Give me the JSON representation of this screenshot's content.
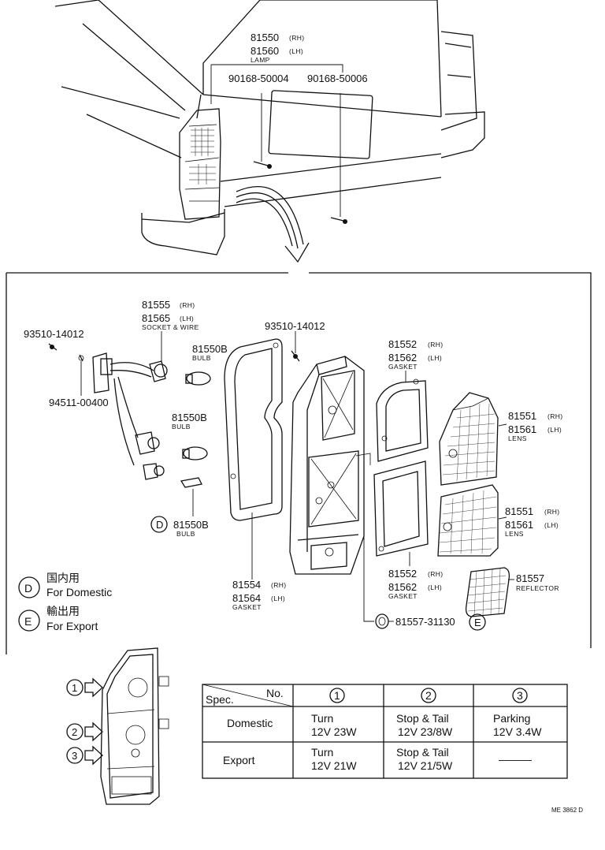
{
  "top": {
    "lamp_rh": "81550",
    "lamp_rh_suffix": "(RH)",
    "lamp_lh": "81560",
    "lamp_lh_suffix": "(LH)",
    "lamp_name": "LAMP",
    "screw_a": "90168-50004",
    "screw_b": "90168-50006"
  },
  "parts": {
    "socket_rh": "81555",
    "socket_rh_suffix": "(RH)",
    "socket_lh": "81565",
    "socket_lh_suffix": "(LH)",
    "socket_name": "SOCKET & WIRE",
    "bolt_left": "93510-14012",
    "nut": "94511-00400",
    "bulb1": "81550B",
    "bulb1_name": "BULB",
    "bulb2": "81550B",
    "bulb2_name": "BULB",
    "bulb3": "81550B",
    "bulb3_name": "BULB",
    "bulb3_mark": "D",
    "bolt_right": "93510-14012",
    "gasket_outer_rh": "81554",
    "gasket_outer_rh_suffix": "(RH)",
    "gasket_outer_lh": "81564",
    "gasket_outer_lh_suffix": "(LH)",
    "gasket_outer_name": "GASKET",
    "gasket_up_rh": "81552",
    "gasket_up_rh_suffix": "(RH)",
    "gasket_up_lh": "81562",
    "gasket_up_lh_suffix": "(LH)",
    "gasket_up_name": "GASKET",
    "gasket_low_rh": "81552",
    "gasket_low_rh_suffix": "(RH)",
    "gasket_low_lh": "81562",
    "gasket_low_lh_suffix": "(LH)",
    "gasket_low_name": "GASKET",
    "lens_up_rh": "81551",
    "lens_up_rh_suffix": "(RH)",
    "lens_up_lh": "81561",
    "lens_up_lh_suffix": "(LH)",
    "lens_up_name": "LENS",
    "lens_low_rh": "81551",
    "lens_low_rh_suffix": "(RH)",
    "lens_low_lh": "81561",
    "lens_low_lh_suffix": "(LH)",
    "lens_low_name": "LENS",
    "reflector": "81557",
    "reflector_name": "REFLECTOR",
    "grommet": "81557-31130",
    "grommet_mark": "E"
  },
  "legend": {
    "d_mark": "D",
    "d_jp": "国内用",
    "d_en": "For Domestic",
    "e_mark": "E",
    "e_jp": "輸出用",
    "e_en": "For Export"
  },
  "callouts": [
    "1",
    "2",
    "3"
  ],
  "table": {
    "corner_no": "No.",
    "corner_spec": "Spec.",
    "cols": [
      "1",
      "2",
      "3"
    ],
    "rows": [
      {
        "label": "Domestic",
        "cells": [
          [
            "Turn",
            "12V 23W"
          ],
          [
            "Stop & Tail",
            "12V 23/8W"
          ],
          [
            "Parking",
            "12V 3.4W"
          ]
        ]
      },
      {
        "label": "Export",
        "cells": [
          [
            "Turn",
            "12V 21W"
          ],
          [
            "Stop & Tail",
            "12V 21/5W"
          ],
          [
            "———",
            ""
          ]
        ]
      }
    ]
  },
  "footer": "ME 3862 D"
}
